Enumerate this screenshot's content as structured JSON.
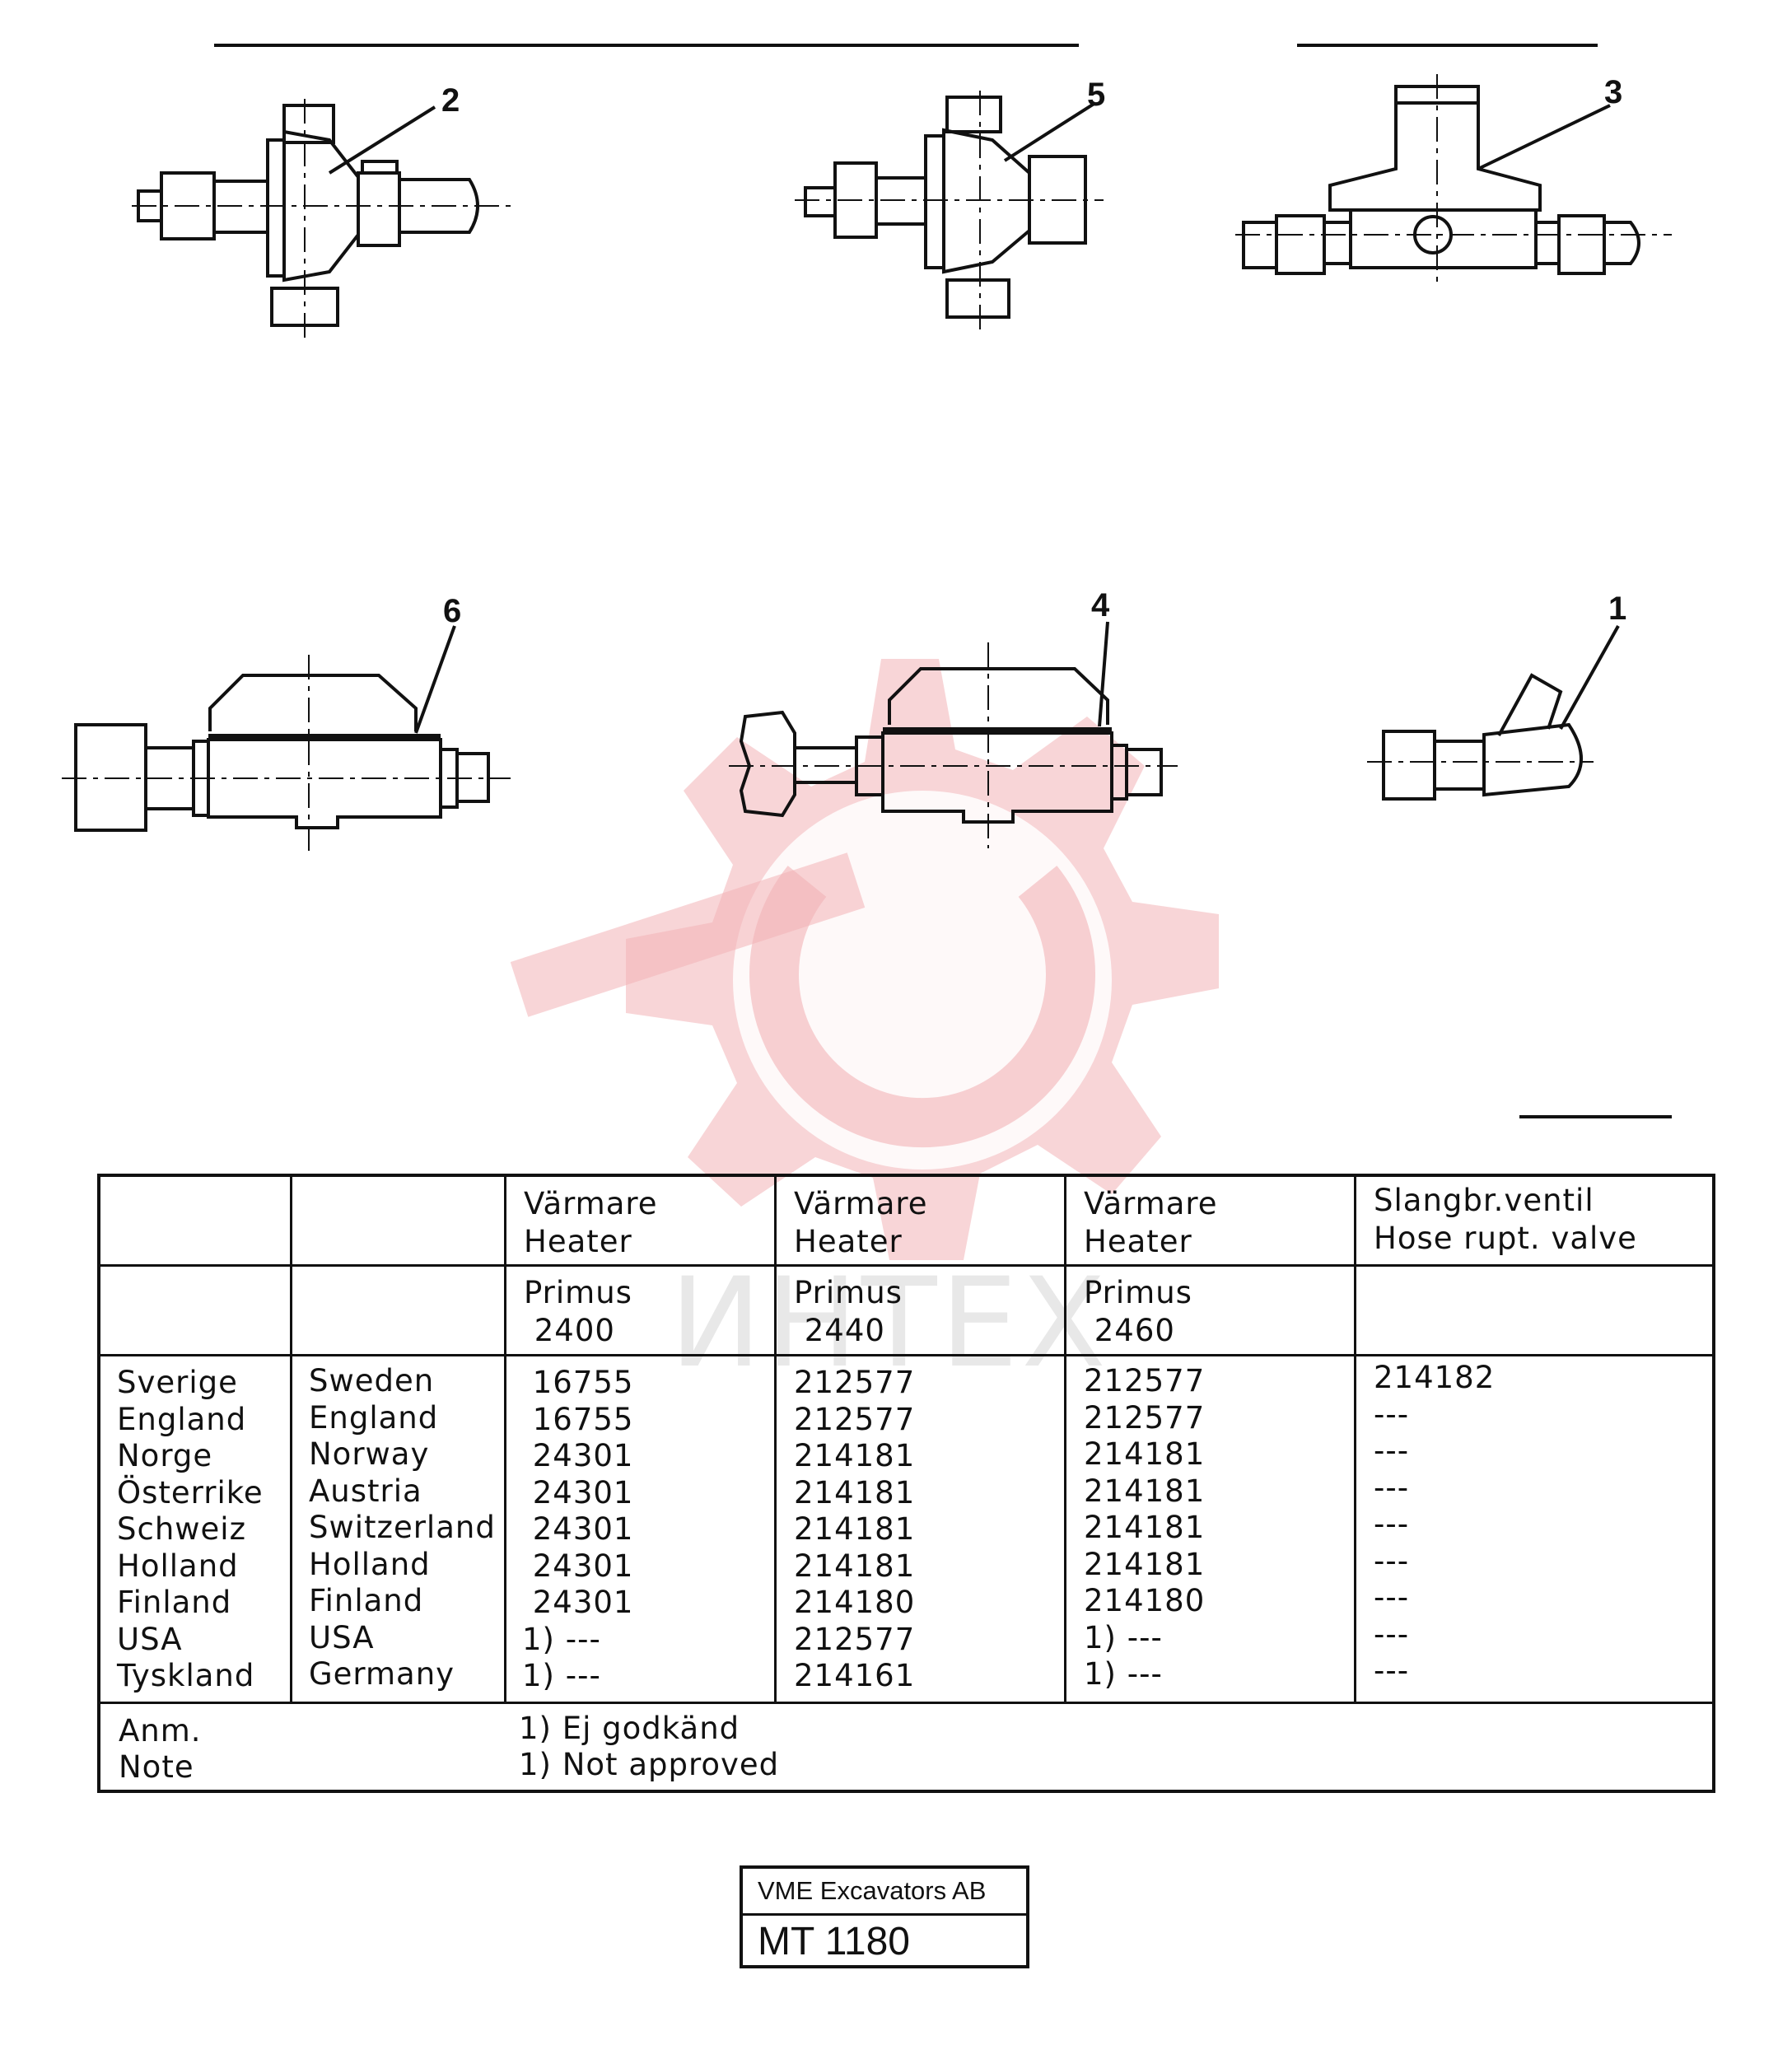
{
  "figure": {
    "part_labels": [
      "2",
      "5",
      "3",
      "6",
      "4",
      "1"
    ]
  },
  "table": {
    "header_row1": [
      "",
      "",
      "Värmare\nHeater",
      "Värmare\nHeater",
      "Värmare\nHeater",
      "Slangbr.ventil\nHose rupt. valve"
    ],
    "header_row2": [
      "",
      "",
      "Primus\n 2400",
      "Primus\n 2440",
      "Primus\n 2460",
      ""
    ],
    "rows": [
      {
        "sv": "Sverige",
        "en": "Sweden",
        "p2400": " 16755",
        "p2440": "212577",
        "p2460": "212577",
        "hose": "214182"
      },
      {
        "sv": "England",
        "en": "England",
        "p2400": " 16755",
        "p2440": "212577",
        "p2460": "212577",
        "hose": "---"
      },
      {
        "sv": "Norge",
        "en": "Norway",
        "p2400": " 24301",
        "p2440": "214181",
        "p2460": "214181",
        "hose": "---"
      },
      {
        "sv": "Österrike",
        "en": "Austria",
        "p2400": " 24301",
        "p2440": "214181",
        "p2460": "214181",
        "hose": "---"
      },
      {
        "sv": "Schweiz",
        "en": "Switzerland",
        "p2400": " 24301",
        "p2440": "214181",
        "p2460": "214181",
        "hose": "---"
      },
      {
        "sv": "Holland",
        "en": "Holland",
        "p2400": " 24301",
        "p2440": "214181",
        "p2460": "214181",
        "hose": "---"
      },
      {
        "sv": "Finland",
        "en": "Finland",
        "p2400": " 24301",
        "p2440": "214180",
        "p2460": "214180",
        "hose": "---"
      },
      {
        "sv": "USA",
        "en": "USA",
        "p2400": "1) ---",
        "p2440": "212577",
        "p2460": "1) ---",
        "hose": "---"
      },
      {
        "sv": "Tyskland",
        "en": "Germany",
        "p2400": "1) ---",
        "p2440": "214161",
        "p2460": "1) ---",
        "hose": "---"
      }
    ],
    "note_label_sv": "Anm.",
    "note_label_en": "Note",
    "note_text_sv": "1) Ej godkänd",
    "note_text_en": "1) Not approved"
  },
  "watermark_text": "ИНТЕХ",
  "footer": {
    "company": "VME Excavators AB",
    "code": "MT 1180"
  },
  "colors": {
    "ink": "#111111",
    "watermark": "#f2b3b6"
  }
}
